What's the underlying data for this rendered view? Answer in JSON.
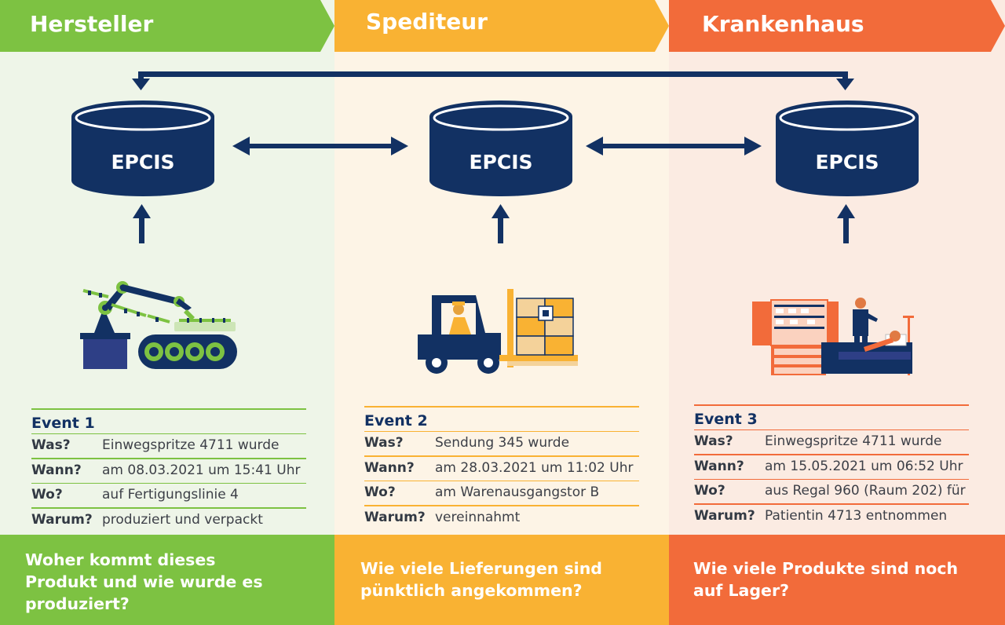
{
  "columns": [
    {
      "title": "Hersteller",
      "color": "#7dc242",
      "db_label": "EPCIS",
      "event": {
        "title": "Event 1",
        "rows": [
          {
            "key": "Was?",
            "value": "Einwegspritze 4711 wurde"
          },
          {
            "key": "Wann?",
            "value": "am 08.03.2021 um 15:41 Uhr"
          },
          {
            "key": "Wo?",
            "value": "auf Fertigungslinie 4"
          },
          {
            "key": "Warum?",
            "value": "produziert und verpackt"
          }
        ]
      },
      "question": "Woher kommt dieses Produkt und wie wurde es produziert?"
    },
    {
      "title": "Spediteur",
      "color": "#f9b233",
      "db_label": "EPCIS",
      "event": {
        "title": "Event 2",
        "rows": [
          {
            "key": "Was?",
            "value": "Sendung 345 wurde"
          },
          {
            "key": "Wann?",
            "value": "am 28.03.2021 um 11:02 Uhr"
          },
          {
            "key": "Wo?",
            "value": "am Warenausgangstor B"
          },
          {
            "key": "Warum?",
            "value": "vereinnahmt"
          }
        ]
      },
      "question": "Wie viele Lieferungen sind pünktlich angekommen?"
    },
    {
      "title": "Krankenhaus",
      "color": "#f26b3a",
      "db_label": "EPCIS",
      "event": {
        "title": "Event 3",
        "rows": [
          {
            "key": "Was?",
            "value": "Einwegspritze 4711 wurde"
          },
          {
            "key": "Wann?",
            "value": "am 15.05.2021 um 06:52 Uhr"
          },
          {
            "key": "Wo?",
            "value": "aus Regal 960 (Raum 202) für"
          },
          {
            "key": "Warum?",
            "value": "Patientin 4713 entnommen"
          }
        ]
      },
      "question": "Wie viele Produkte sind noch auf Lager?"
    }
  ],
  "colors": {
    "navy": "#123163",
    "green": "#7dc242",
    "orange": "#f9b233",
    "red": "#f26b3a",
    "bg_green": "#eef5e8",
    "bg_orange": "#fdf4e6",
    "bg_red": "#fbebe2"
  },
  "icons": [
    "database-icon",
    "robot-arm-icon",
    "forklift-icon",
    "hospital-room-icon",
    "arrow-up-icon",
    "double-arrow-icon"
  ]
}
